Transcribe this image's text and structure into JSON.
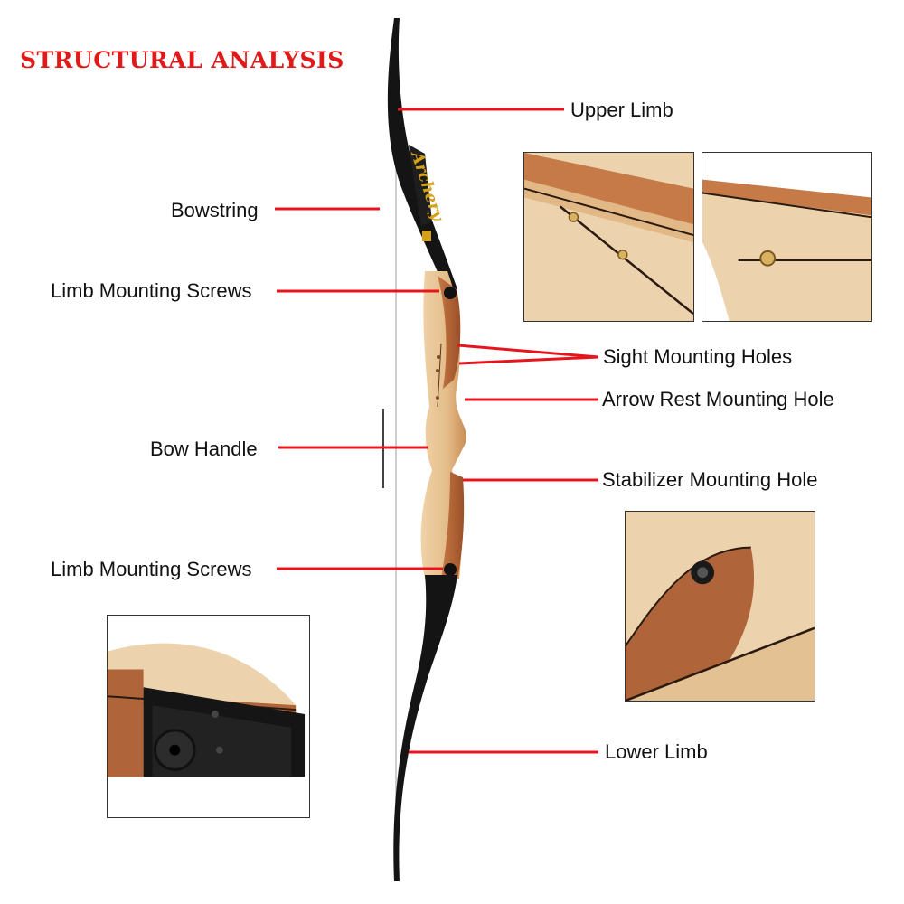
{
  "title": "STRUCTURAL ANALYSIS",
  "labels": {
    "upper_limb": "Upper Limb",
    "bowstring": "Bowstring",
    "limb_mounting_screws_top": "Limb Mounting Screws",
    "sight_mounting_holes": "Sight Mounting Holes",
    "arrow_rest_mounting_hole": "Arrow Rest Mounting Hole",
    "bow_handle": "Bow Handle",
    "stabilizer_mounting_hole": "Stabilizer Mounting Hole",
    "limb_mounting_screws_bottom": "Limb Mounting Screws",
    "lower_limb": "Lower Limb"
  },
  "colors": {
    "title": "#e01a1a",
    "leader_line": "#e8141c",
    "limb": "#141414",
    "wood_light": "#e9c79a",
    "wood_dark": "#b8683a",
    "limb_decal": "#d4a017"
  }
}
